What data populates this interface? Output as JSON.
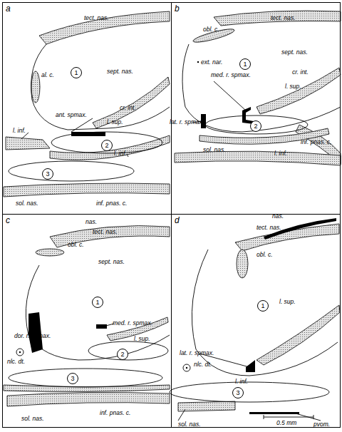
{
  "diagram": {
    "nodes": [
      {
        "text": [
          "a"
        ]
      },
      {
        "text": [
          "1"
        ],
        "in": 0
      },
      {
        "text": [
          "2"
        ],
        "in": 0
      },
      {
        "text": [
          "3"
        ],
        "in": 0
      },
      {
        "text": [
          "b"
        ]
      },
      {
        "text": [
          "1"
        ],
        "in": 4
      },
      {
        "text": [
          "2"
        ],
        "in": 4
      },
      {
        "text": [
          "c"
        ]
      },
      {
        "text": [
          "1"
        ],
        "in": 7
      },
      {
        "text": [
          "2"
        ],
        "in": 7
      },
      {
        "text": [
          "3"
        ],
        "in": 7
      },
      {
        "text": [
          "d"
        ]
      },
      {
        "text": [
          "1"
        ],
        "in": 11
      },
      {
        "text": [
          "3"
        ],
        "in": 11
      }
    ],
    "labels": [
      "tect. nas.",
      "sept. nas.",
      "al. c.",
      "cr. int.",
      "l. sup.",
      "ant. spmax.",
      "l. inf.",
      "l. inf.",
      "inf. pnas. c.",
      "sol. nas.",
      "tect. nas.",
      "obl. c.",
      "sept. nas.",
      "ext. nar.",
      "cr. int.",
      "med. r. spmax.",
      "l. sup.",
      "lat. r. spmax.",
      "inf. pnas. c.",
      "sol. nas.",
      "l. inf.",
      "nas.",
      "tect. nas.",
      "obl. c.",
      "sept. nas.",
      "med. r. spmax.",
      "l. sup.",
      "dor. r. spmax.",
      "nlc. dt.",
      "sol. nas.",
      "inf. pnas. c.",
      "nas.",
      "tect. nas.",
      "obl. c.",
      "l. sup.",
      "lat. r. spmax.",
      "nlc. dt.",
      "l. inf.",
      "sol. nas.",
      "0.5 mm",
      "pvom."
    ]
  }
}
